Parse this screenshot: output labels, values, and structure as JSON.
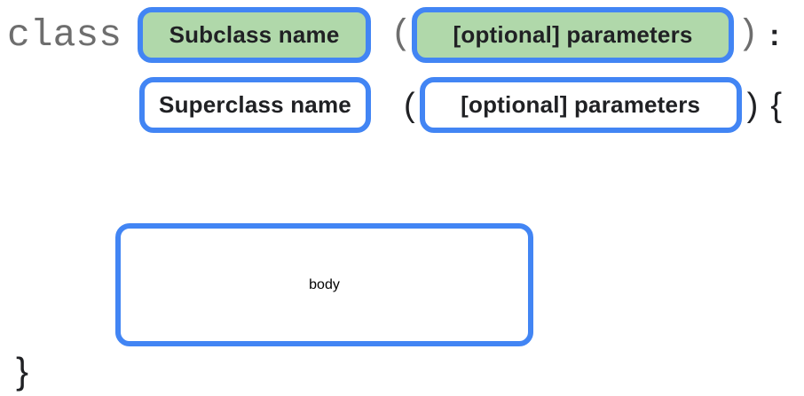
{
  "diagram": {
    "keyword": "class",
    "declaration": {
      "subclass_name": "Subclass name",
      "open_paren": "(",
      "parameters": "[optional] parameters",
      "close_paren": ")",
      "colon": ":"
    },
    "superclass": {
      "name": "Superclass name",
      "open_paren": "(",
      "parameters": "[optional] parameters",
      "close_paren": ")",
      "open_brace": "{"
    },
    "body_label": "body",
    "close_brace": "}",
    "colors": {
      "box_border_blue": "#4285F4",
      "highlight_fill_green": "#B0D8AA",
      "keyword_gray": "#6E6E6E",
      "text_black": "#202124",
      "background": "#FFFFFF"
    }
  }
}
